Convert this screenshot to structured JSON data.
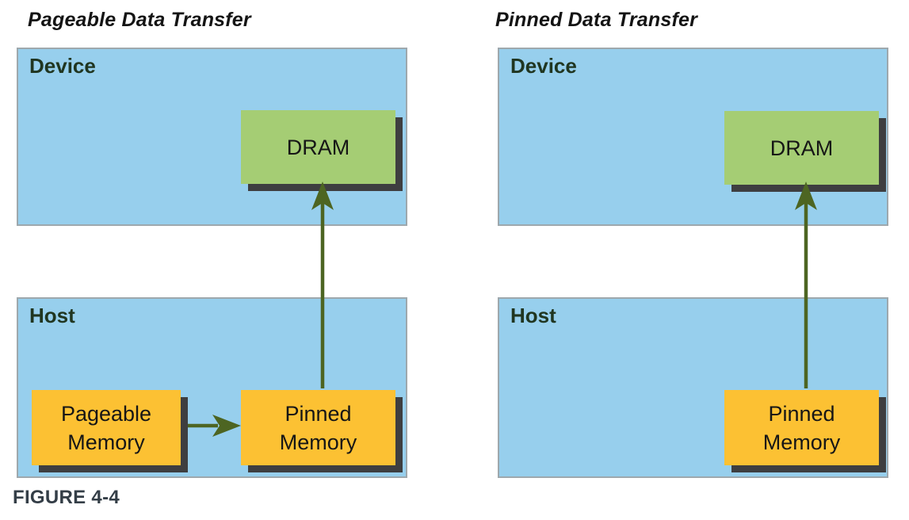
{
  "figure": {
    "caption": "FIGURE 4-4"
  },
  "colors": {
    "container_blue": "#97CFED",
    "container_border_gray": "#9EA8AD",
    "dram_green": "#A5CD74",
    "memory_orange": "#FCC133",
    "drop_shadow_gray": "#3E3E40",
    "arrow_olive_green": "#4D6522",
    "zone_label_dark_green": "#203621",
    "title_black": "#141414",
    "caption_slate": "#343E47"
  },
  "diagrams": [
    {
      "title": "Pageable Data Transfer",
      "device": {
        "label": "Device",
        "dram": "DRAM"
      },
      "host": {
        "label": "Host",
        "boxes": [
          {
            "lines": [
              "Pageable",
              "Memory"
            ]
          },
          {
            "lines": [
              "Pinned",
              "Memory"
            ]
          }
        ]
      },
      "arrows": [
        {
          "from": "Pageable Memory",
          "to": "Pinned Memory",
          "direction": "right"
        },
        {
          "from": "Pinned Memory",
          "to": "DRAM",
          "direction": "up"
        }
      ]
    },
    {
      "title": "Pinned Data Transfer",
      "device": {
        "label": "Device",
        "dram": "DRAM"
      },
      "host": {
        "label": "Host",
        "boxes": [
          {
            "lines": [
              "Pinned",
              "Memory"
            ]
          }
        ]
      },
      "arrows": [
        {
          "from": "Pinned Memory",
          "to": "DRAM",
          "direction": "up"
        }
      ]
    }
  ]
}
